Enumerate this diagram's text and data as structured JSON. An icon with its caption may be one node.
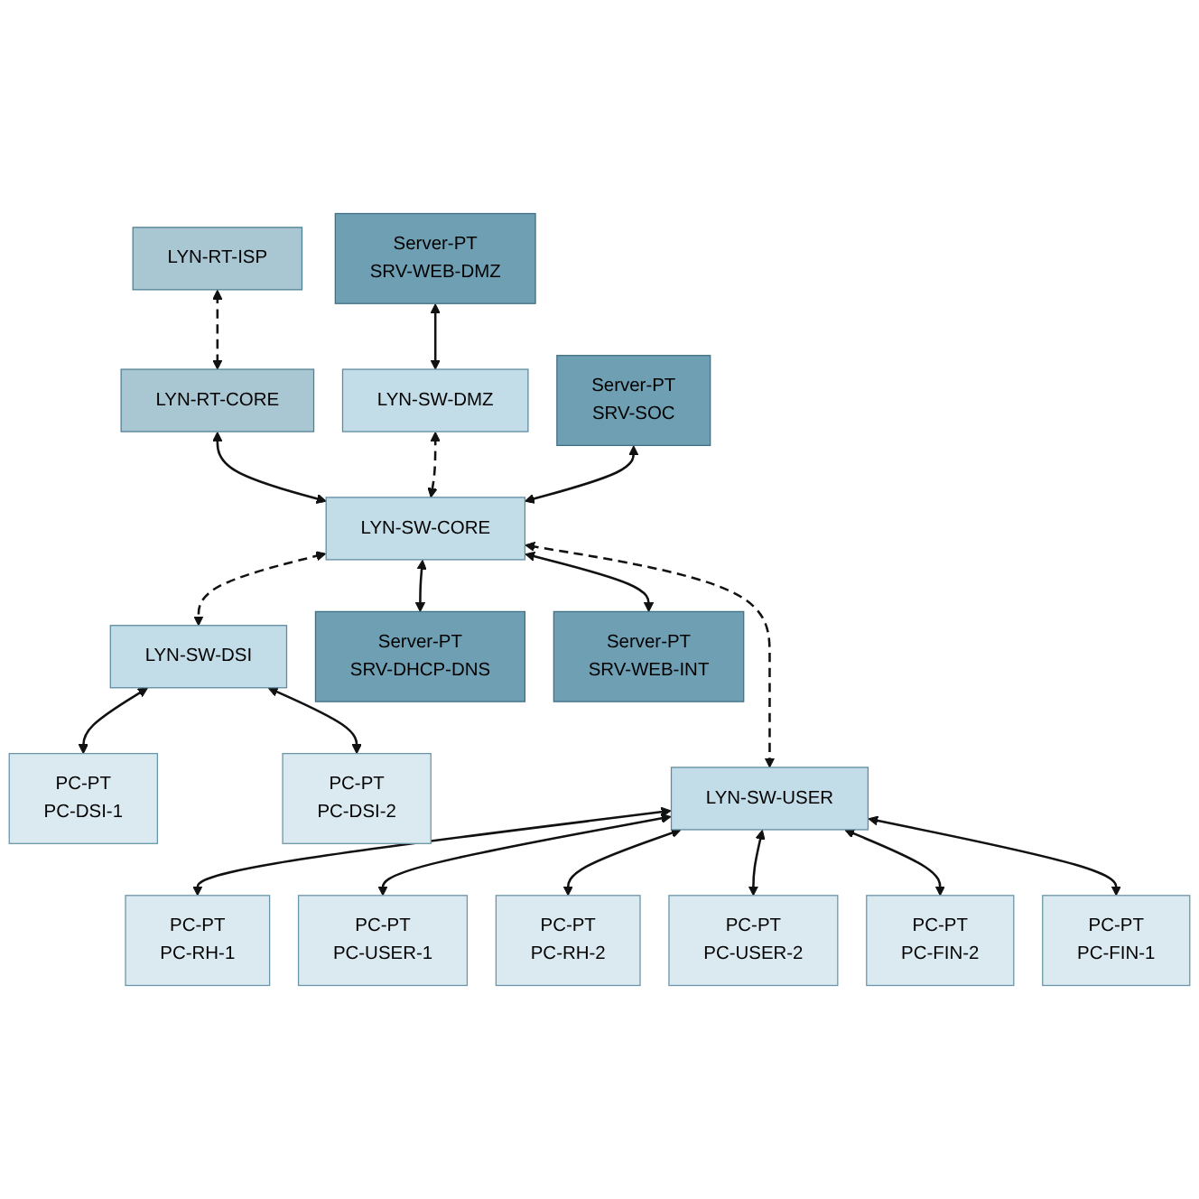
{
  "diagram": {
    "nodes": [
      {
        "text": [
          "LYN-RT-ISP"
        ]
      },
      {
        "text": [
          "Server-PT",
          "SRV-WEB-DMZ"
        ]
      },
      {
        "text": [
          "Server-PT",
          "SRV-SOC"
        ]
      },
      {
        "text": [
          "PC-PT",
          "PC-DSI-1"
        ]
      },
      {
        "text": [
          "LYN-RT-CORE"
        ]
      },
      {
        "text": [
          "LYN-SW-DMZ"
        ]
      },
      {
        "text": [
          "LYN-SW-DSI"
        ]
      },
      {
        "text": [
          "PC-PT",
          "PC-DSI-2"
        ]
      },
      {
        "text": [
          "LYN-SW-CORE"
        ]
      },
      {
        "text": [
          "Server-PT",
          "SRV-DHCP-DNS"
        ]
      },
      {
        "text": [
          "Server-PT",
          "SRV-WEB-INT"
        ]
      },
      {
        "text": [
          "PC-PT",
          "PC-RH-1"
        ]
      },
      {
        "text": [
          "PC-PT",
          "PC-USER-1"
        ]
      },
      {
        "text": [
          "LYN-SW-USER"
        ]
      },
      {
        "text": [
          "PC-PT",
          "PC-RH-2"
        ]
      },
      {
        "text": [
          "PC-PT",
          "PC-USER-2"
        ]
      },
      {
        "text": [
          "PC-PT",
          "PC-FIN-2"
        ]
      },
      {
        "text": [
          "PC-PT",
          "PC-FIN-1"
        ]
      }
    ],
    "edges": [
      {
        "from": 0,
        "to": 4,
        "arrow": "both",
        "style": "dashed"
      },
      {
        "from": 4,
        "to": 8,
        "arrow": "both"
      },
      {
        "from": 1,
        "to": 5,
        "arrow": "both"
      },
      {
        "from": 5,
        "to": 8,
        "arrow": "both",
        "style": "dashed"
      },
      {
        "from": 2,
        "to": 8,
        "arrow": "both"
      },
      {
        "from": 6,
        "to": 3,
        "arrow": "both"
      },
      {
        "from": 8,
        "to": 6,
        "arrow": "both",
        "style": "dashed"
      },
      {
        "from": 6,
        "to": 7,
        "arrow": "both"
      },
      {
        "from": 8,
        "to": 9,
        "arrow": "both"
      },
      {
        "from": 8,
        "to": 10,
        "arrow": "both"
      },
      {
        "from": 8,
        "to": 13,
        "arrow": "both",
        "style": "dashed"
      },
      {
        "from": 13,
        "to": 11,
        "arrow": "both"
      },
      {
        "from": 13,
        "to": 12,
        "arrow": "both"
      },
      {
        "from": 13,
        "to": 14,
        "arrow": "both"
      },
      {
        "from": 13,
        "to": 15,
        "arrow": "both"
      },
      {
        "from": 13,
        "to": 16,
        "arrow": "both"
      },
      {
        "from": 13,
        "to": 17,
        "arrow": "both"
      }
    ]
  }
}
